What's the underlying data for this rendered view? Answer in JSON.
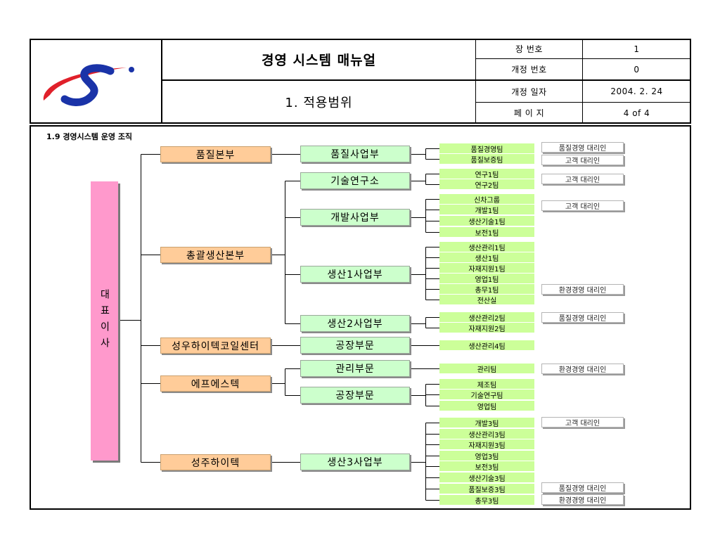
{
  "header": {
    "title": "경영 시스템 매뉴얼",
    "subtitle": "1. 적용범위",
    "meta": [
      {
        "label": "장 번호",
        "value": "1"
      },
      {
        "label": "개정 번호",
        "value": "0"
      },
      {
        "label": "개정 일자",
        "value": "2004. 2. 24"
      },
      {
        "label": "페 이 지",
        "value": "4 of 4"
      }
    ]
  },
  "icons": {
    "logo": "company-logo-icon"
  },
  "section_title": "1.9 경영시스템 운영 조직",
  "colors": {
    "ceo": "#ff99cc",
    "division": "#ffcc99",
    "unit": "#ccffcc",
    "team": "#ccff99",
    "representative": "#ffffff"
  },
  "org": {
    "ceo": "대표이사",
    "divisions": [
      {
        "name": "품질본부",
        "units": [
          {
            "name": "품질사업부",
            "teams": [
              "품질경영팀",
              "품질보증팀"
            ]
          }
        ]
      },
      {
        "name": "총괄생산본부",
        "units": [
          {
            "name": "기술연구소",
            "teams": [
              "연구1팀",
              "연구2팀"
            ]
          },
          {
            "name": "개발사업부",
            "teams": [
              "신차그룹",
              "개발1팀",
              "생산기술1팀",
              "보전1팀"
            ]
          },
          {
            "name": "생산1사업부",
            "teams": [
              "생산관리1팀",
              "생산1팀",
              "자재지원1팀",
              "영업1팀",
              "총무1팀",
              "전산실"
            ]
          },
          {
            "name": "생산2사업부",
            "teams": [
              "생산관리2팀",
              "자재지원2팀"
            ]
          }
        ]
      },
      {
        "name": "성우하이텍코일센터",
        "units": [
          {
            "name": "공장부문",
            "teams": [
              "생산관리4팀"
            ]
          }
        ]
      },
      {
        "name": "에프에스텍",
        "units": [
          {
            "name": "관리부문",
            "teams": [
              "관리팀"
            ]
          },
          {
            "name": "공장부문",
            "teams": [
              "제조팀",
              "기술연구팀",
              "영업팀"
            ]
          }
        ]
      },
      {
        "name": "성주하이텍",
        "units": [
          {
            "name": "생산3사업부",
            "teams": [
              "개발3팀",
              "생산관리3팀",
              "자재지원3팀",
              "영업3팀",
              "보전3팀",
              "생산기술3팀",
              "품질보증3팀",
              "총무3팀"
            ]
          }
        ]
      }
    ],
    "representatives": [
      "품질경영 대리인",
      "고객 대리인",
      "고객 대리인",
      "고객 대리인",
      "환경경영 대리인",
      "품질경영 대리인",
      "환경경영 대리인",
      "고객 대리인",
      "품질경영 대리인",
      "환경경영 대리인"
    ]
  }
}
